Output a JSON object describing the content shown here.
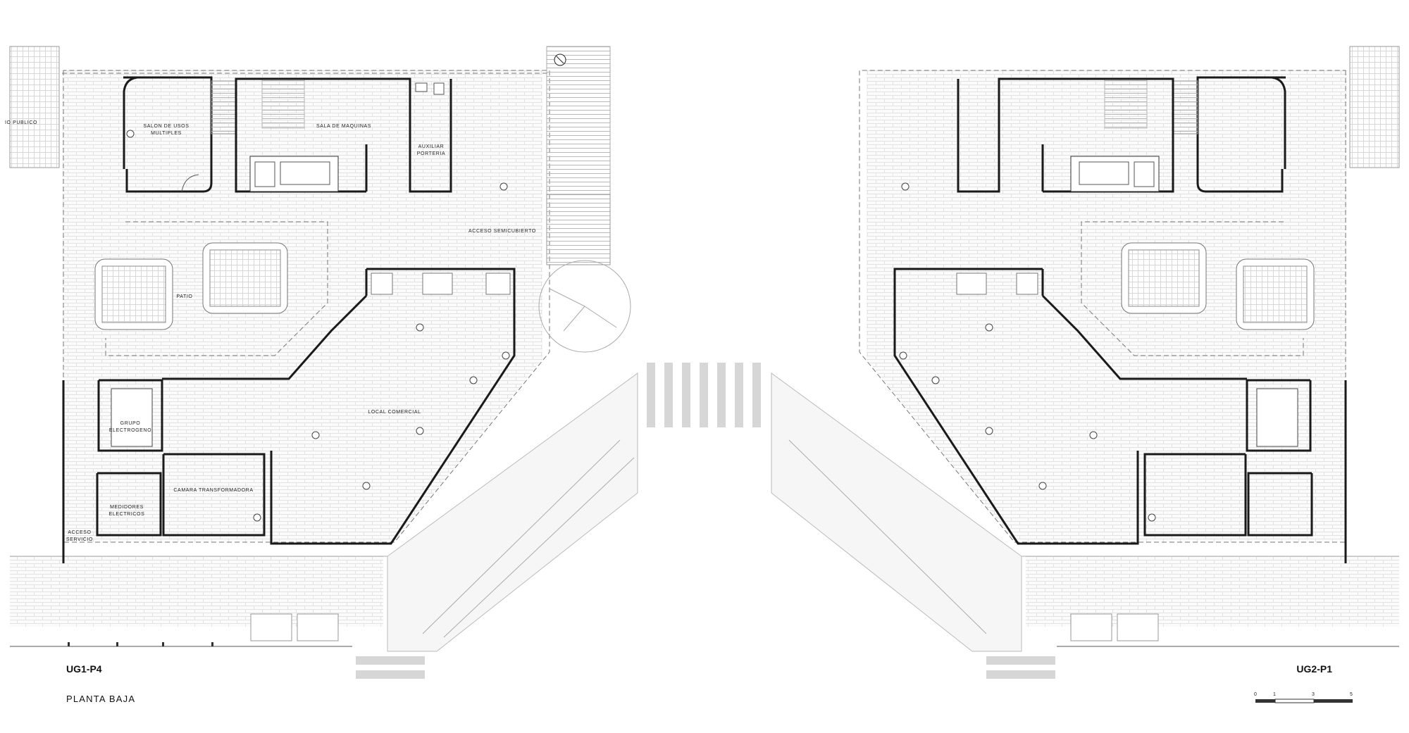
{
  "plan": {
    "title": "PLANTA BAJA",
    "sheets": {
      "left": "UG1-P4",
      "right": "UG2-P1"
    },
    "rooms": {
      "salon": [
        "SALON DE USOS",
        "MULTIPLES"
      ],
      "maquinas": "SALA DE MAQUINAS",
      "porteria": [
        "AUXILIAR",
        "PORTERIA"
      ],
      "acceso_semicubierto": "ACCESO SEMICUBIERTO",
      "patio": "PATIO",
      "local": "LOCAL COMERCIAL",
      "grupo": [
        "GRUPO",
        "ELECTROGENO"
      ],
      "camara": "CAMARA TRANSFORMADORA",
      "medidores": [
        "MEDIDORES",
        "ELECTRICOS"
      ],
      "acceso_servicio": [
        "ACCESO",
        "SERVICIO"
      ],
      "espacio_publico": "IO PUBLICO"
    },
    "scale": {
      "ticks": [
        "0",
        "1",
        "3",
        "5"
      ]
    },
    "colors": {
      "ink": "#1a1a1a",
      "paving": "#e8e8e8",
      "crosswalk": "#d4d4d4"
    }
  }
}
